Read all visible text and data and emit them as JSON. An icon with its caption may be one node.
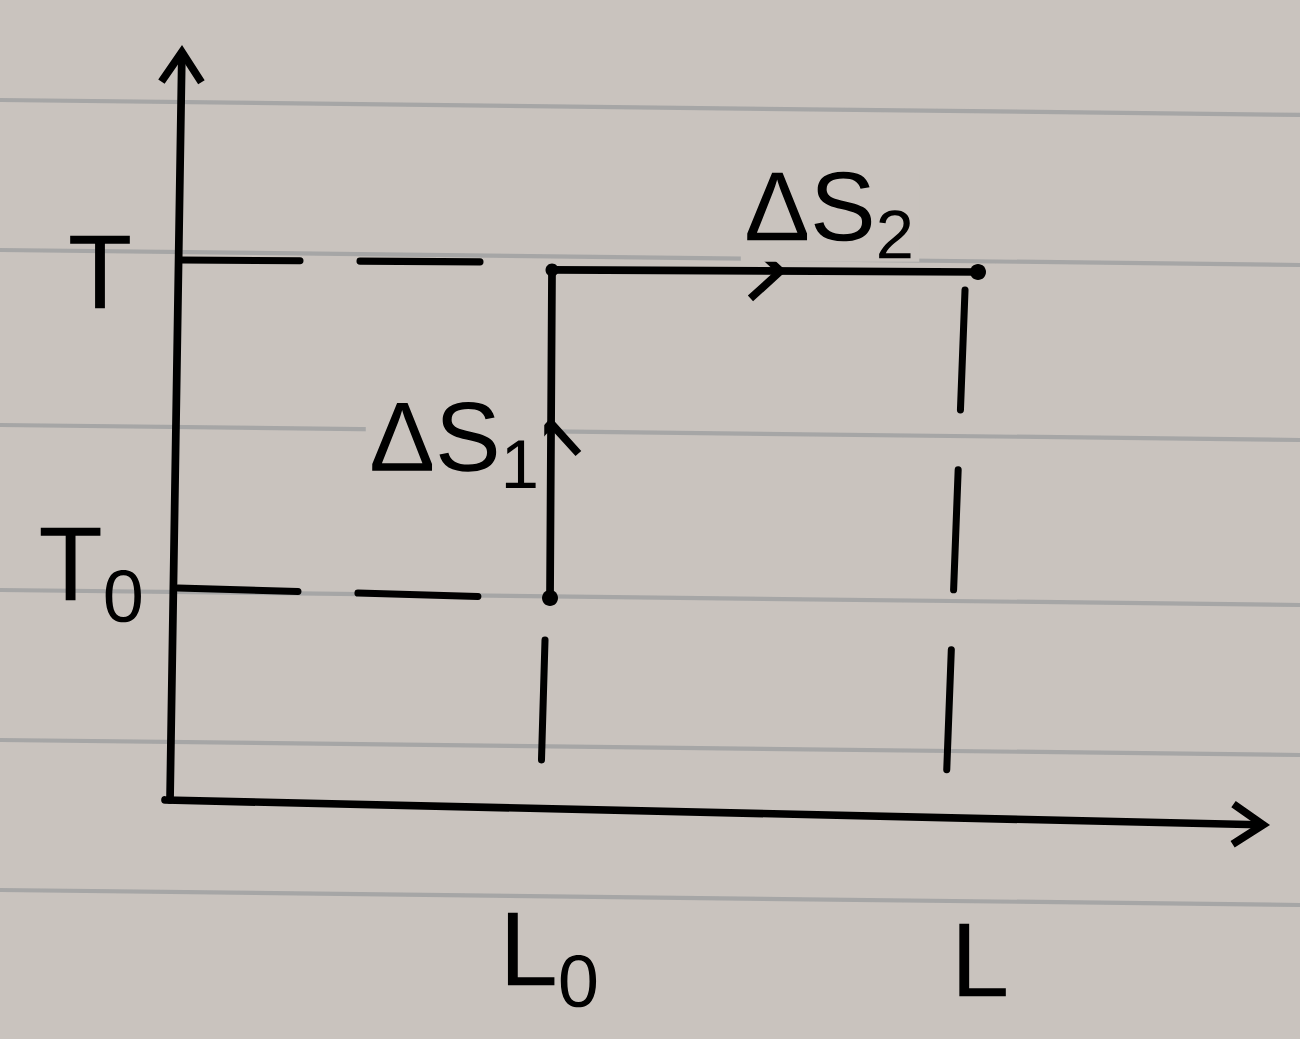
{
  "diagram": {
    "nodes": [
      {
        "text": [],
        "shape": "circle"
      },
      {
        "text": [],
        "shape": "point"
      },
      {
        "text": [],
        "shape": "circle"
      }
    ],
    "edges": [
      {
        "from": 0,
        "to": 1,
        "arrow": "to",
        "label": "ΔS$_{1}$"
      },
      {
        "from": 1,
        "to": 2,
        "arrow": "to",
        "label": "ΔS$_{2}$"
      }
    ],
    "labels": [
      "T",
      "T$_{0}$",
      "L$_{0}$",
      "L"
    ]
  }
}
